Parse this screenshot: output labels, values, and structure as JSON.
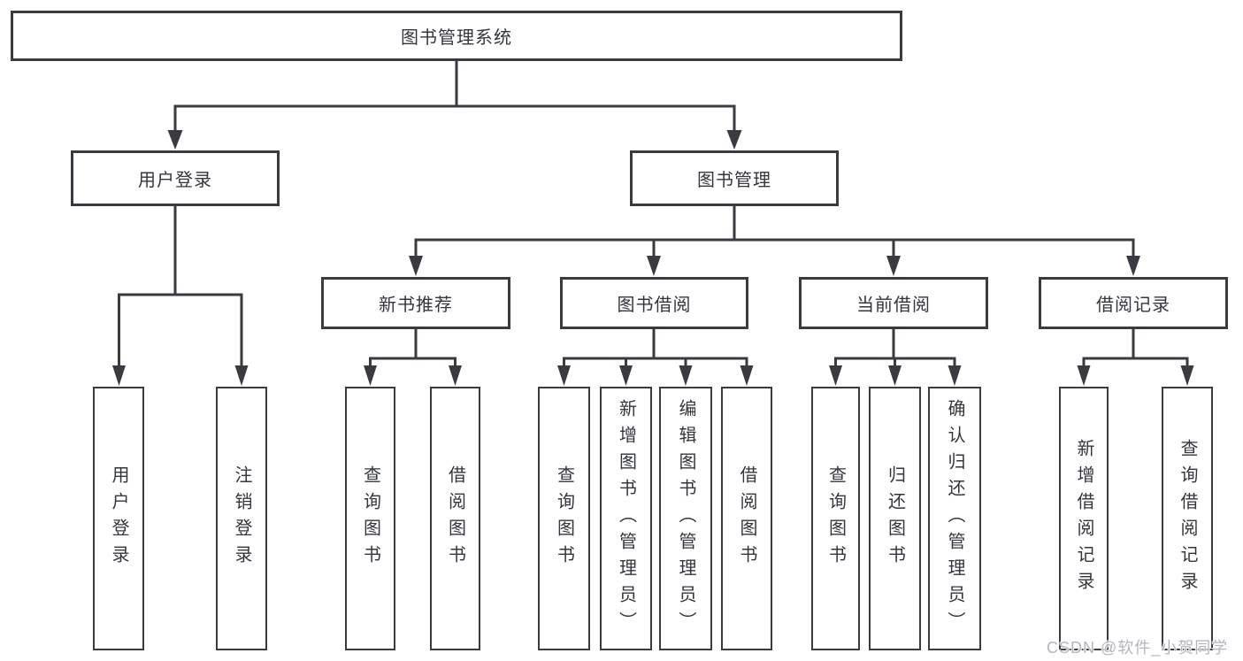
{
  "root": {
    "label": "图书管理系统"
  },
  "level2": [
    {
      "id": "user-login",
      "label": "用户登录"
    },
    {
      "id": "book-management",
      "label": "图书管理"
    }
  ],
  "level3": [
    {
      "id": "new-book-recommend",
      "label": "新书推荐"
    },
    {
      "id": "book-borrow",
      "label": "图书借阅"
    },
    {
      "id": "current-borrow",
      "label": "当前借阅"
    },
    {
      "id": "borrow-records",
      "label": "借阅记录"
    }
  ],
  "leaves": [
    {
      "id": "user-login",
      "label": "用户登录"
    },
    {
      "id": "logout",
      "label": "注销登录"
    },
    {
      "id": "query-books-recommend",
      "label": "查询图书"
    },
    {
      "id": "borrow-books-recommend",
      "label": "借阅图书"
    },
    {
      "id": "query-books-borrow",
      "label": "查询图书"
    },
    {
      "id": "add-books-admin",
      "label": "新增图书（管理员）"
    },
    {
      "id": "edit-books-admin",
      "label": "编辑图书（管理员）"
    },
    {
      "id": "borrow-books",
      "label": "借阅图书"
    },
    {
      "id": "query-books-current",
      "label": "查询图书"
    },
    {
      "id": "return-books",
      "label": "归还图书"
    },
    {
      "id": "confirm-return-admin",
      "label": "确认归还（管理员）"
    },
    {
      "id": "add-borrow-record",
      "label": "新增借阅记录"
    },
    {
      "id": "query-borrow-record",
      "label": "查询借阅记录"
    }
  ],
  "watermark": "CSDN @软件_小贺同学",
  "colors": {
    "line": "#3a3a40",
    "text": "#33363c",
    "watermark": "#b5b5bd",
    "background": "#ffffff"
  }
}
